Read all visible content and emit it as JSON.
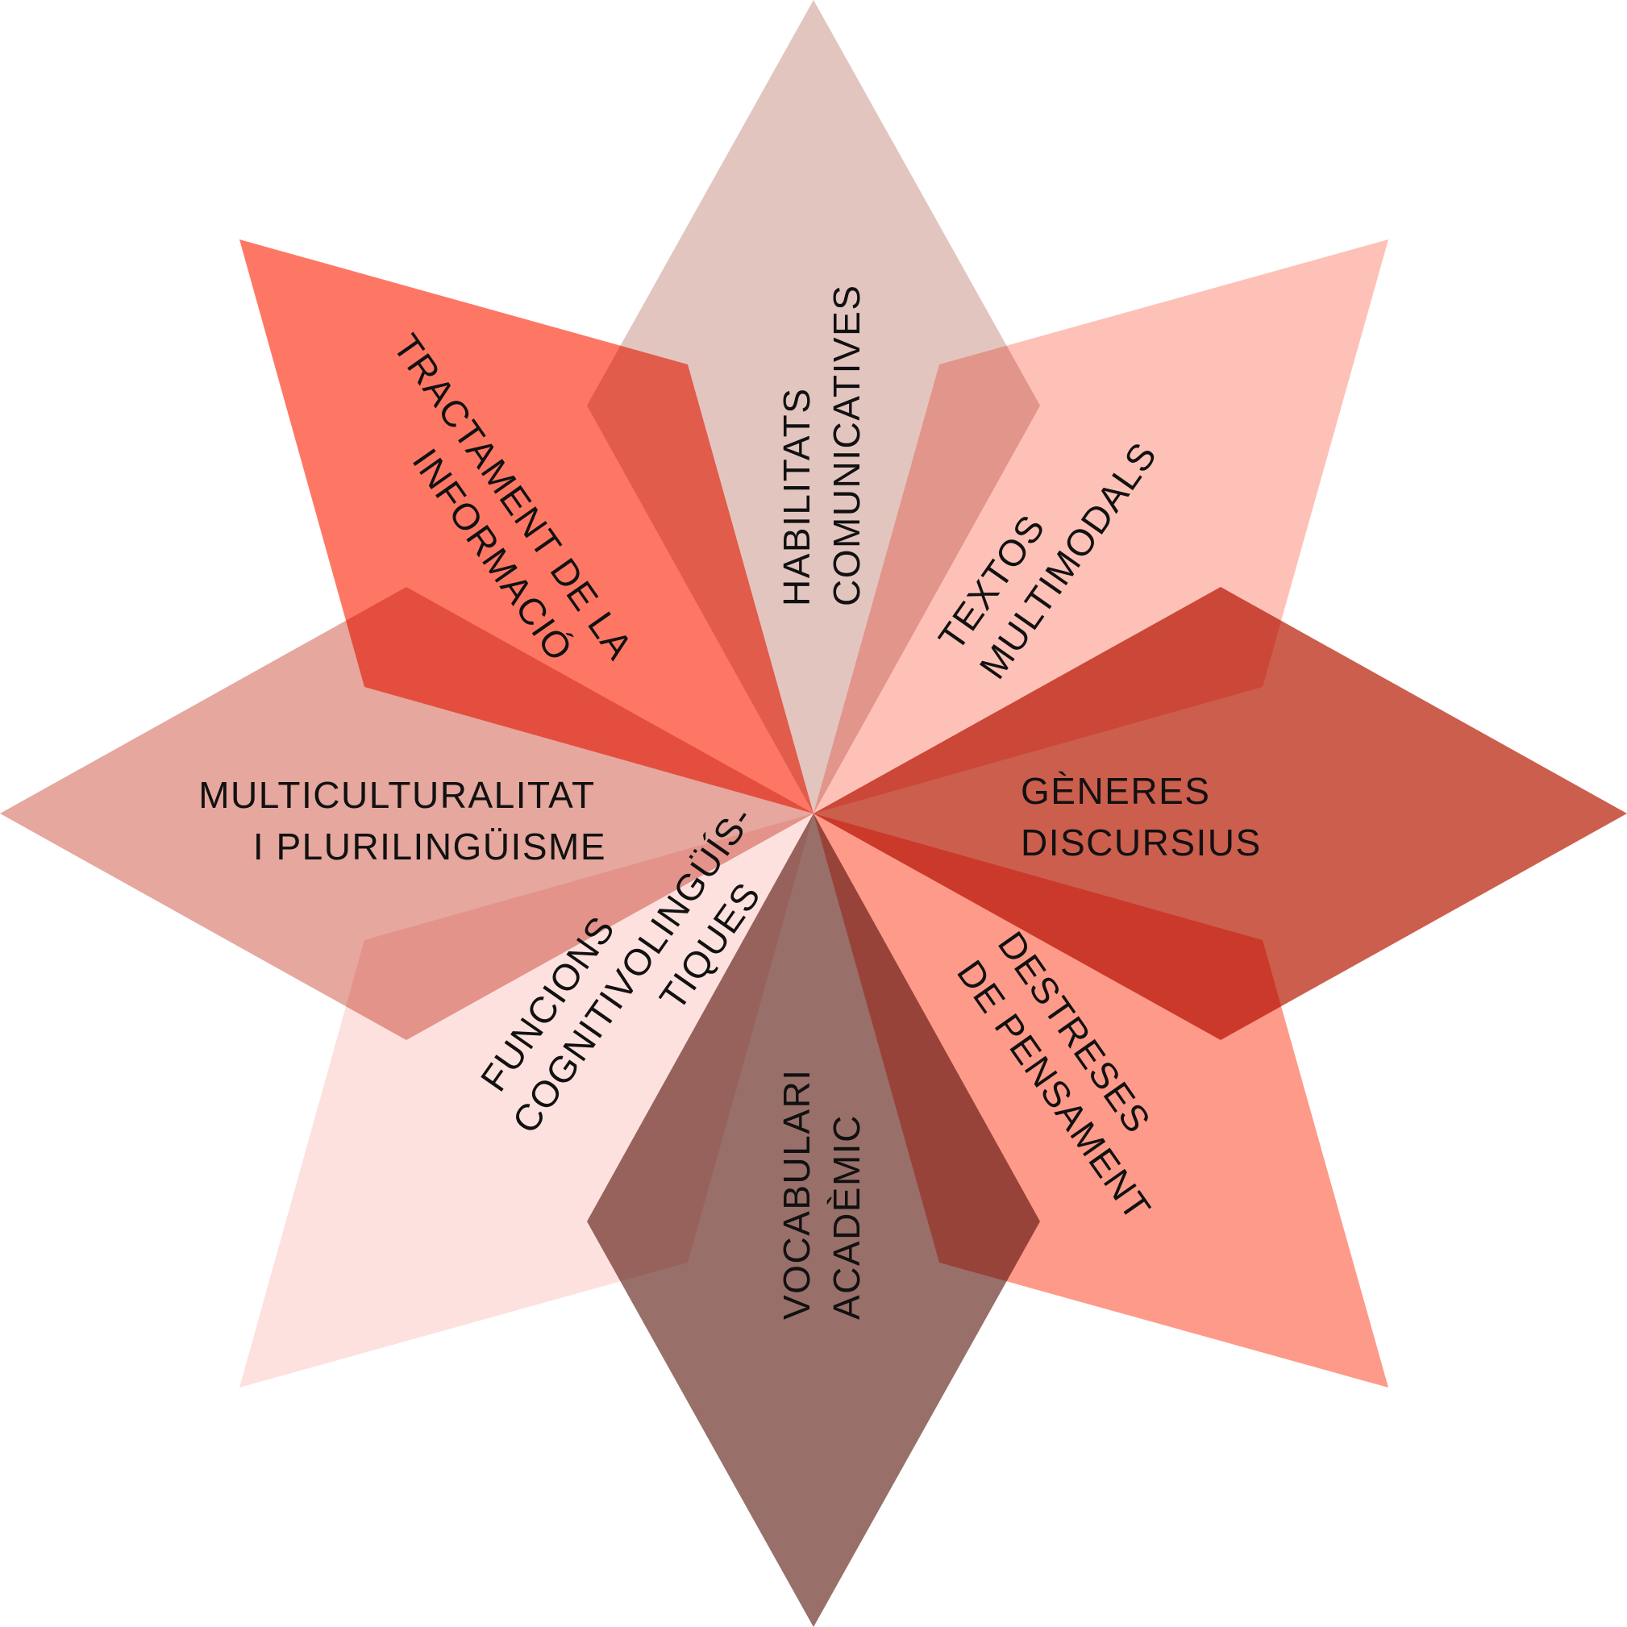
{
  "diagram": {
    "petals": [
      {
        "key": "habilitats",
        "lines": [
          "HABILITATS",
          "COMUNICATIVES"
        ],
        "color": "#E3C5C0"
      },
      {
        "key": "textos",
        "lines": [
          "TEXTOS",
          "MULTIMODALS"
        ],
        "color": "#FEC1B7"
      },
      {
        "key": "generes",
        "lines": [
          "GÈNERES",
          "DISCURSIUS"
        ],
        "color": "#CC5E4E"
      },
      {
        "key": "destreses",
        "lines": [
          "DESTRESES",
          "DE PENSAMENT"
        ],
        "color": "#FE9A89"
      },
      {
        "key": "vocabulari",
        "lines": [
          "VOCABULARI",
          "ACADÈMIC"
        ],
        "color": "#996F6A"
      },
      {
        "key": "funcions",
        "lines": [
          "FUNCIONS",
          "COGNITIVOLINGÜÍS-",
          "TIQUES"
        ],
        "color": "#FDE1DE"
      },
      {
        "key": "multiculturalitat",
        "lines": [
          "MULTICULTURALITAT",
          "I PLURILINGÜISME"
        ],
        "color": "#E5A79E"
      },
      {
        "key": "tractament",
        "lines": [
          "TRACTAMENT DE LA",
          "INFORMACIÓ"
        ],
        "color": "#FE7764"
      }
    ]
  }
}
